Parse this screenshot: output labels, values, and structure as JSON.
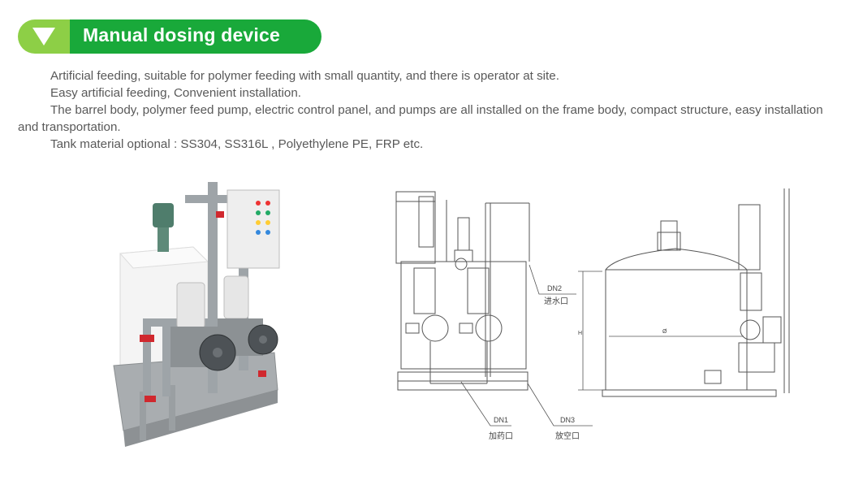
{
  "header": {
    "title": "Manual dosing device",
    "arrow_icon": "triangle-down-icon",
    "colors": {
      "accent_light": "#8dcf46",
      "accent_dark": "#19a93a"
    }
  },
  "description": {
    "lines": [
      "Artificial feeding, suitable for polymer feeding with small quantity, and there is operator at site.",
      "Easy artificial feeding, Convenient installation.",
      "The barrel body, polymer feed pump, electric control panel, and pumps are all installed on the frame body, compact structure, easy installation and transportation.",
      "Tank material optional :  SS304, SS316L , Polyethylene PE,  FRP etc."
    ]
  },
  "drawing": {
    "labels": {
      "dn2": "DN2",
      "dn2_cn": "进水口",
      "dn1": "DN1",
      "dn1_cn": "加药口",
      "dn3": "DN3",
      "dn3_cn": "放空口",
      "height": "H",
      "diameter": "Ø"
    }
  }
}
